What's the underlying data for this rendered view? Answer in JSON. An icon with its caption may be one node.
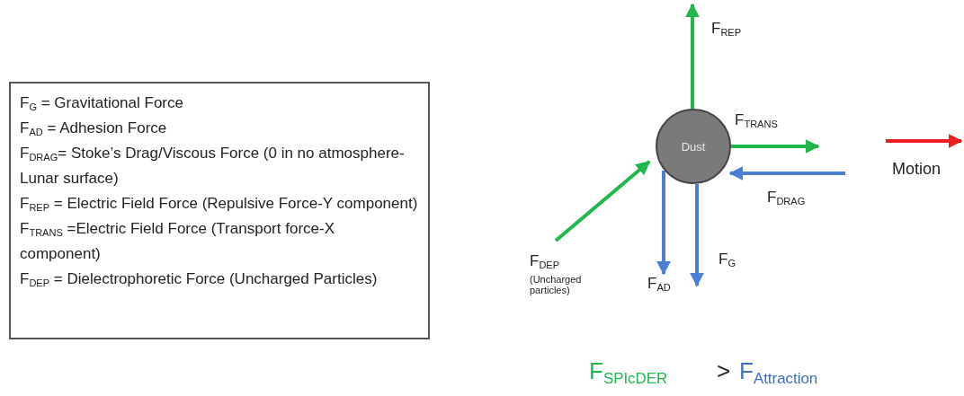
{
  "diagram": {
    "nodes": [
      {
        "text": [
          "F$_{G}$ = Gravitational Force",
          "F$_{AD}$ = Adhesion Force",
          "F$_{DRAG}$= Stoke’s Drag/Viscous Force (0 in no atmosphere-Lunar surface)",
          "F$_{REP}$ = Electric Field Force (Repulsive Force-Y component)",
          "F$_{TRANS}$ =Electric Field Force (Transport force-X component)",
          "F$_{DEP}$ = Dielectrophoretic Force (Uncharged Particles)"
        ]
      },
      {
        "text": [
          "Dust"
        ]
      }
    ],
    "labels": [
      "F$_{REP}$",
      "F$_{TRANS}$",
      "F$_{DRAG}$",
      "F$_{DEP}$",
      "(Uncharged particles)",
      "F$_{AD}$",
      "F$_{G}$",
      "Motion",
      "F$_{SPIcDER}$",
      ">",
      "F$_{Attraction}$"
    ]
  }
}
